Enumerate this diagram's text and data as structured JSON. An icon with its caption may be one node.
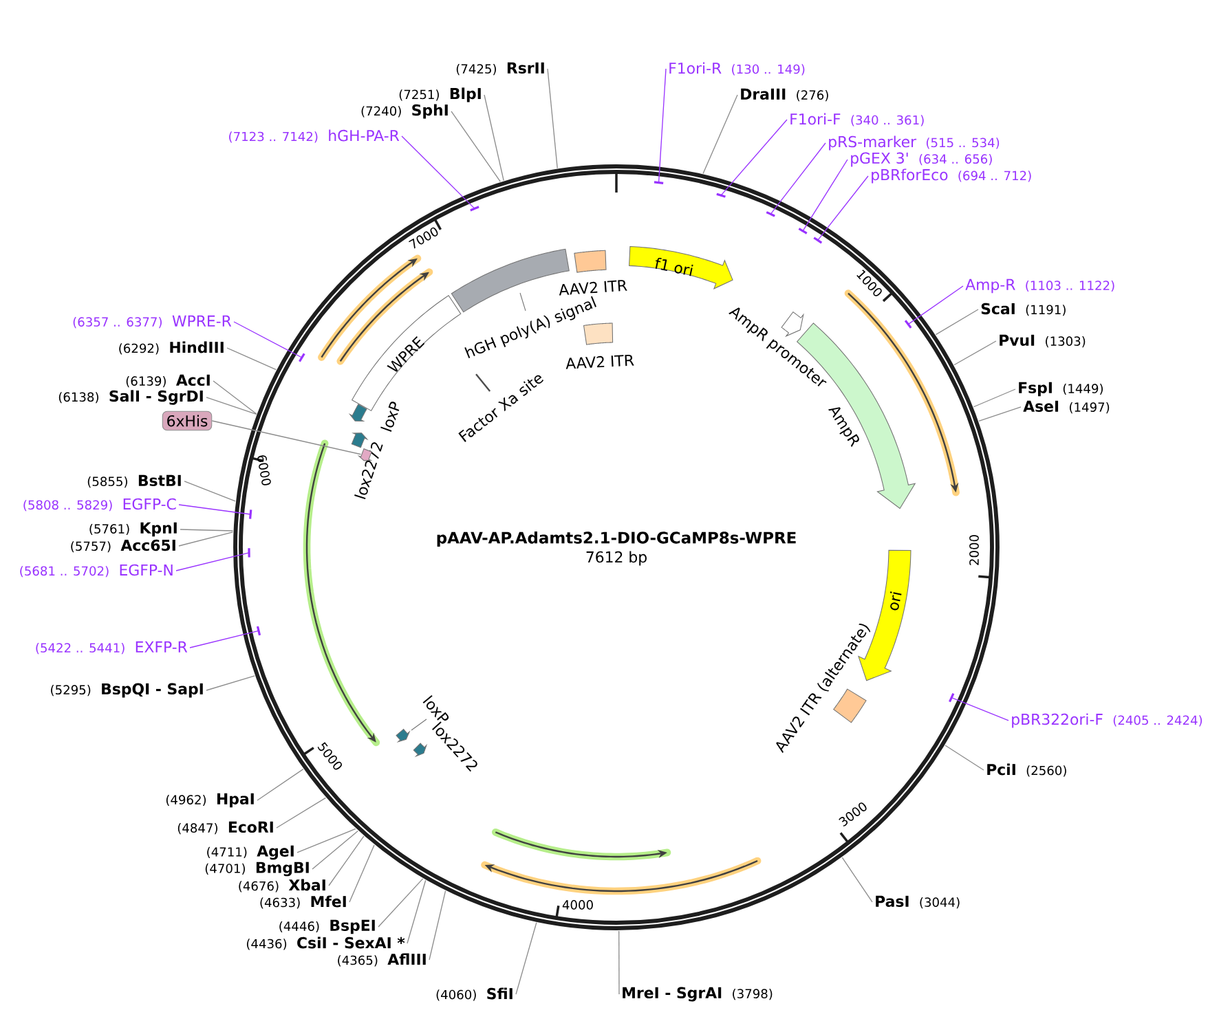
{
  "diagram": {
    "title": "pAAV-AP.Adamts2.1-DIO-GCaMP8s-WPRE",
    "nodes": [
      {
        "text": [
          "F1ori-R",
          "(130 .. 149)"
        ]
      },
      {
        "text": [
          "DraIII",
          "(276)"
        ]
      },
      {
        "text": [
          "F1ori-F",
          "(340 .. 361)"
        ]
      },
      {
        "text": [
          "pRS-marker",
          "(515 .. 534)"
        ]
      },
      {
        "text": [
          "pGEX 3'",
          "(634 .. 656)"
        ]
      },
      {
        "text": [
          "pBRforEco",
          "(694 .. 712)"
        ]
      },
      {
        "text": [
          "Amp-R",
          "(1103 .. 1122)"
        ]
      },
      {
        "text": [
          "ScaI",
          "(1191)"
        ]
      },
      {
        "text": [
          "PvuI",
          "(1303)"
        ]
      },
      {
        "text": [
          "FspI",
          "(1449)"
        ]
      },
      {
        "text": [
          "AseI",
          "(1497)"
        ]
      },
      {
        "text": [
          "pBR322ori-F",
          "(2405 .. 2424)"
        ]
      },
      {
        "text": [
          "PciI",
          "(2560)"
        ]
      },
      {
        "text": [
          "PasI",
          "(3044)"
        ]
      },
      {
        "text": [
          "MreI - SgrAI",
          "(3798)"
        ]
      },
      {
        "text": [
          "(4060)",
          "SfiI"
        ]
      },
      {
        "text": [
          "(4365)",
          "AflIII"
        ]
      },
      {
        "text": [
          "(4436)",
          "CsiI - SexAI *"
        ]
      },
      {
        "text": [
          "(4446)",
          "BspEI"
        ]
      },
      {
        "text": [
          "(4633)",
          "MfeI"
        ]
      },
      {
        "text": [
          "(4676)",
          "XbaI"
        ]
      },
      {
        "text": [
          "(4701)",
          "BmgBI"
        ]
      },
      {
        "text": [
          "(4711)",
          "AgeI"
        ]
      },
      {
        "text": [
          "(4847)",
          "EcoRI"
        ]
      },
      {
        "text": [
          "(4962)",
          "HpaI"
        ]
      },
      {
        "text": [
          "(5295)",
          "BspQI - SapI"
        ]
      },
      {
        "text": [
          "(5422 .. 5441)",
          "EXFP-R"
        ]
      },
      {
        "text": [
          "(5681 .. 5702)",
          "EGFP-N"
        ]
      },
      {
        "text": [
          "(5757)",
          "Acc65I"
        ]
      },
      {
        "text": [
          "(5761)",
          "KpnI"
        ]
      },
      {
        "text": [
          "(5808 .. 5829)",
          "EGFP-C"
        ]
      },
      {
        "text": [
          "(5855)",
          "BstBI"
        ]
      },
      {
        "text": [
          "6xHis"
        ]
      },
      {
        "text": [
          "(6138)",
          "SalI - SgrDI"
        ]
      },
      {
        "text": [
          "(6139)",
          "AccI"
        ]
      },
      {
        "text": [
          "(6292)",
          "HindIII"
        ]
      },
      {
        "text": [
          "(6357 .. 6377)",
          "WPRE-R"
        ]
      },
      {
        "text": [
          "(7123 .. 7142)",
          "hGH-PA-R"
        ]
      },
      {
        "text": [
          "(7240)",
          "SphI"
        ]
      },
      {
        "text": [
          "(7251)",
          "BlpI"
        ]
      },
      {
        "text": [
          "(7425)",
          "RsrII"
        ]
      },
      {
        "text": [
          "f1 ori"
        ]
      },
      {
        "text": [
          "AAV2 ITR"
        ]
      },
      {
        "text": [
          "AAV2 ITR"
        ]
      },
      {
        "text": [
          "AmpR promoter"
        ]
      },
      {
        "text": [
          "AmpR"
        ]
      },
      {
        "text": [
          "ori"
        ]
      },
      {
        "text": [
          "AAV2 ITR (alternate)"
        ]
      },
      {
        "text": [
          "loxP"
        ]
      },
      {
        "text": [
          "lox2272"
        ]
      },
      {
        "text": [
          "lox2272"
        ]
      },
      {
        "text": [],
        "shape": "box"
      },
      {
        "text": [
          "loxP"
        ]
      },
      {
        "text": [
          "WPRE"
        ]
      },
      {
        "text": [
          "Factor Xa site"
        ]
      },
      {
        "text": [
          "hGH poly(A) signal"
        ]
      }
    ],
    "edges": [
      {
        "from": 0,
        "to": null,
        "arrow": "none",
        "color": "#9933ff"
      },
      {
        "from": 1,
        "to": null,
        "arrow": "none"
      },
      {
        "from": 2,
        "to": null,
        "arrow": "none",
        "color": "#9933ff"
      },
      {
        "from": 3,
        "to": null,
        "arrow": "none",
        "color": "#9933ff"
      },
      {
        "from": 4,
        "to": null,
        "arrow": "none",
        "color": "#9933ff"
      },
      {
        "from": 5,
        "to": null,
        "arrow": "none",
        "color": "#9933ff"
      },
      {
        "from": 6,
        "to": null,
        "arrow": "none",
        "color": "#9933ff"
      },
      {
        "from": 7,
        "to": null,
        "arrow": "none"
      },
      {
        "from": 8,
        "to": null,
        "arrow": "none"
      },
      {
        "from": 9,
        "to": null,
        "arrow": "none"
      },
      {
        "from": 10,
        "to": null,
        "arrow": "none"
      },
      {
        "from": 11,
        "to": null,
        "arrow": "none",
        "color": "#9933ff"
      },
      {
        "from": 12,
        "to": null,
        "arrow": "none"
      },
      {
        "from": 13,
        "to": null,
        "arrow": "none"
      },
      {
        "from": 14,
        "to": null,
        "arrow": "none"
      },
      {
        "from": 15,
        "to": null,
        "arrow": "none"
      },
      {
        "from": 16,
        "to": null,
        "arrow": "none"
      },
      {
        "from": 17,
        "to": null,
        "arrow": "none"
      },
      {
        "from": 18,
        "to": null,
        "arrow": "none"
      },
      {
        "from": 19,
        "to": null,
        "arrow": "none"
      },
      {
        "from": 20,
        "to": null,
        "arrow": "none"
      },
      {
        "from": 21,
        "to": null,
        "arrow": "none"
      },
      {
        "from": 22,
        "to": null,
        "arrow": "none"
      },
      {
        "from": 23,
        "to": null,
        "arrow": "none"
      },
      {
        "from": 24,
        "to": null,
        "arrow": "none"
      },
      {
        "from": 25,
        "to": null,
        "arrow": "none"
      },
      {
        "from": 26,
        "to": null,
        "arrow": "none",
        "color": "#9933ff"
      },
      {
        "from": 27,
        "to": null,
        "arrow": "none",
        "color": "#9933ff"
      },
      {
        "from": 28,
        "to": null,
        "arrow": "none"
      },
      {
        "from": 29,
        "to": null,
        "arrow": "none"
      },
      {
        "from": 30,
        "to": null,
        "arrow": "none",
        "color": "#9933ff"
      },
      {
        "from": 31,
        "to": null,
        "arrow": "none"
      },
      {
        "from": 32,
        "to": 51,
        "arrow": "none"
      },
      {
        "from": 33,
        "to": null,
        "arrow": "none"
      },
      {
        "from": 34,
        "to": null,
        "arrow": "none"
      },
      {
        "from": 35,
        "to": null,
        "arrow": "none"
      },
      {
        "from": 36,
        "to": null,
        "arrow": "none",
        "color": "#9933ff"
      },
      {
        "from": 37,
        "to": null,
        "arrow": "none",
        "color": "#9933ff"
      },
      {
        "from": 38,
        "to": null,
        "arrow": "none"
      },
      {
        "from": 39,
        "to": null,
        "arrow": "none"
      },
      {
        "from": 40,
        "to": null,
        "arrow": "none"
      }
    ],
    "labels": [
      "7612 bp",
      "1000",
      "2000",
      "3000",
      "4000",
      "5000",
      "6000",
      "7000"
    ]
  }
}
